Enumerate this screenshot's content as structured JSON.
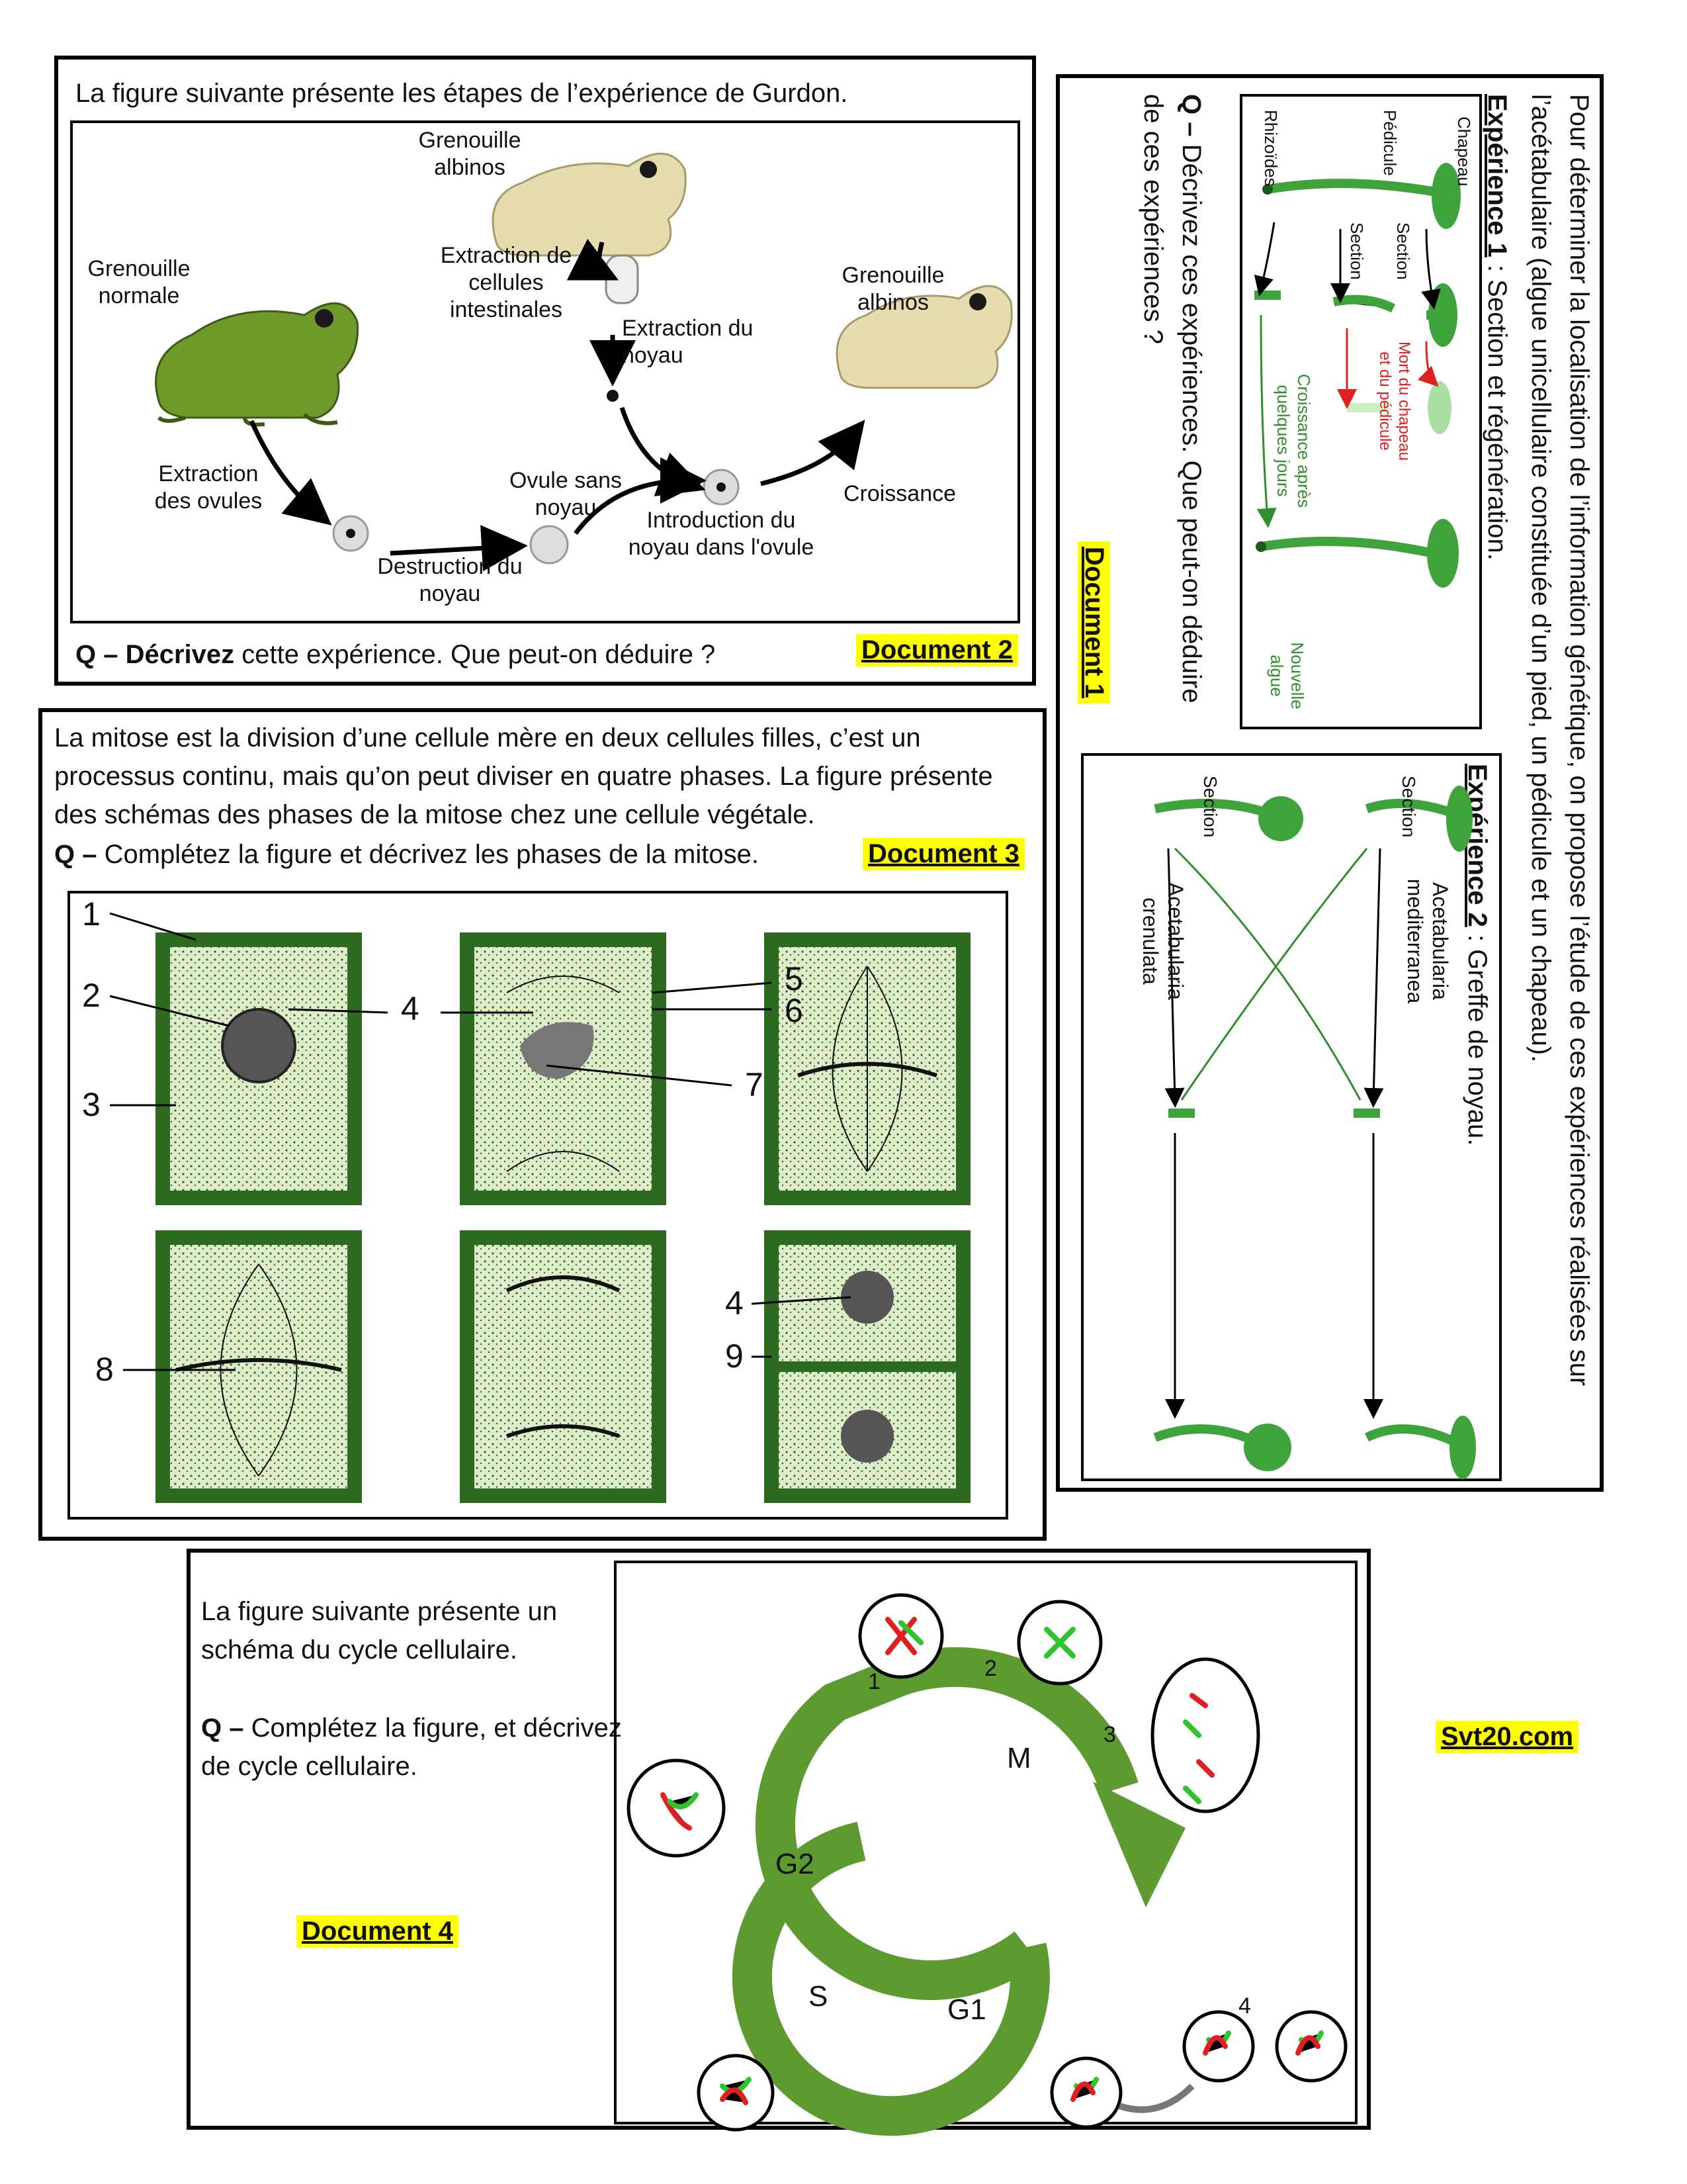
{
  "colors": {
    "highlight": "#ffff00",
    "green": "#3ea33a",
    "darkGreen": "#2b6a1f",
    "cellFill": "#dfeccb",
    "red": "#e02020",
    "cycle": "#5d9a2f"
  },
  "doc2": {
    "intro": "La figure suivante présente les étapes de l’expérience de Gurdon.",
    "labels": {
      "frog_normal": "Grenouille normale",
      "frog_albino_top": "Grenouille albinos",
      "frog_albino_result": "Grenouille albinos",
      "extract_cells": "Extraction de cellules intestinales",
      "extract_nucleus": "Extraction du noyau",
      "extract_ovules": "Extraction des ovules",
      "ovule_no_nucleus": "Ovule sans noyau",
      "destroy_nucleus": "Destruction du noyau",
      "intro_nucleus": "Introduction du noyau dans l'ovule",
      "growth": "Croissance"
    },
    "q_prefix": "Q – ",
    "q_bold": "Décrivez",
    "q_rest": " cette expérience. Que peut-on déduire ?",
    "badge": "Document 2"
  },
  "doc1": {
    "intro": "Pour déterminer la localisation de l’information génétique, on propose l’étude de ces expériences réalisées sur l’acétabulaire (algue unicellulaire constituée d’un pied, un pédicule et un chapeau).",
    "exp1_title": "Expérience 1",
    "exp1_rest": " : Section et régénération.",
    "exp1_labels": {
      "chapeau": "Chapeau",
      "pedicule": "Pédicule",
      "rhizoides": "Rhizoïdes",
      "section_a": "Section",
      "section_b": "Section",
      "mort": "Mort du chapeau et du pédicule",
      "croissance": "Croissance après quelques jours",
      "nouvelle": "Nouvelle algue"
    },
    "exp2_title": "Expérience 2",
    "exp2_rest": " : Greffe de noyau.",
    "exp2_labels": {
      "section_a": "Section",
      "section_b": "Section",
      "med": "Acetabularia mediterranea",
      "cren": "Acetabularia crenulata"
    },
    "q_prefix": "Q – ",
    "q_rest": "Décrivez ces expériences. Que peut-on déduire de ces expériences ?",
    "badge": "Document 1"
  },
  "doc3": {
    "intro": "La mitose est la division d’une cellule mère en deux cellules filles, c’est un processus continu, mais qu’on peut diviser en quatre phases. La figure présente des schémas des phases de la mitose chez une cellule végétale.",
    "q_prefix": "Q – ",
    "q_rest": "Complétez la figure et décrivez les phases de la mitose.",
    "badge": "Document 3",
    "numbers": [
      "1",
      "2",
      "3",
      "4",
      "5",
      "6",
      "7",
      "8",
      "4",
      "9"
    ]
  },
  "doc4": {
    "intro": "La figure suivante présente un schéma du cycle cellulaire.",
    "q_prefix": "Q – ",
    "q_rest": "Complétez la figure, et décrivez de cycle cellulaire.",
    "badge": "Document 4",
    "phases": {
      "m": "M",
      "g2": "G2",
      "s": "S",
      "g1": "G1"
    },
    "numbers": [
      "1",
      "2",
      "3",
      "4"
    ]
  },
  "site": "Svt20.com"
}
